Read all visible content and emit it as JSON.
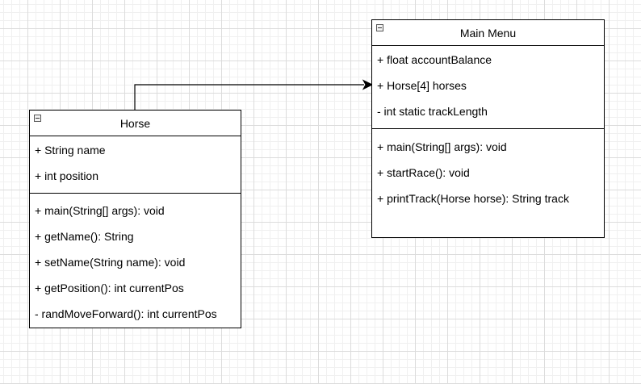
{
  "classes": {
    "horse": {
      "name": "Horse",
      "attributes": [
        "+ String name",
        "+ int position"
      ],
      "methods": [
        "+ main(String[] args): void",
        "+ getName(): String",
        "+ setName(String name): void",
        "+ getPosition(): int currentPos",
        "- randMoveForward(): int currentPos"
      ]
    },
    "main_menu": {
      "name": "Main Menu",
      "attributes": [
        "+ float accountBalance",
        "+ Horse[4] horses",
        "- int static trackLength"
      ],
      "methods": [
        "+ main(String[] args): void",
        "+ startRace(): void",
        "+ printTrack(Horse horse): String track"
      ]
    }
  },
  "icons": {
    "collapse": "collapse-minus-icon",
    "arrow": "arrowhead-icon"
  },
  "colors": {
    "stroke": "#000000",
    "grid": "#dcdcdc"
  }
}
